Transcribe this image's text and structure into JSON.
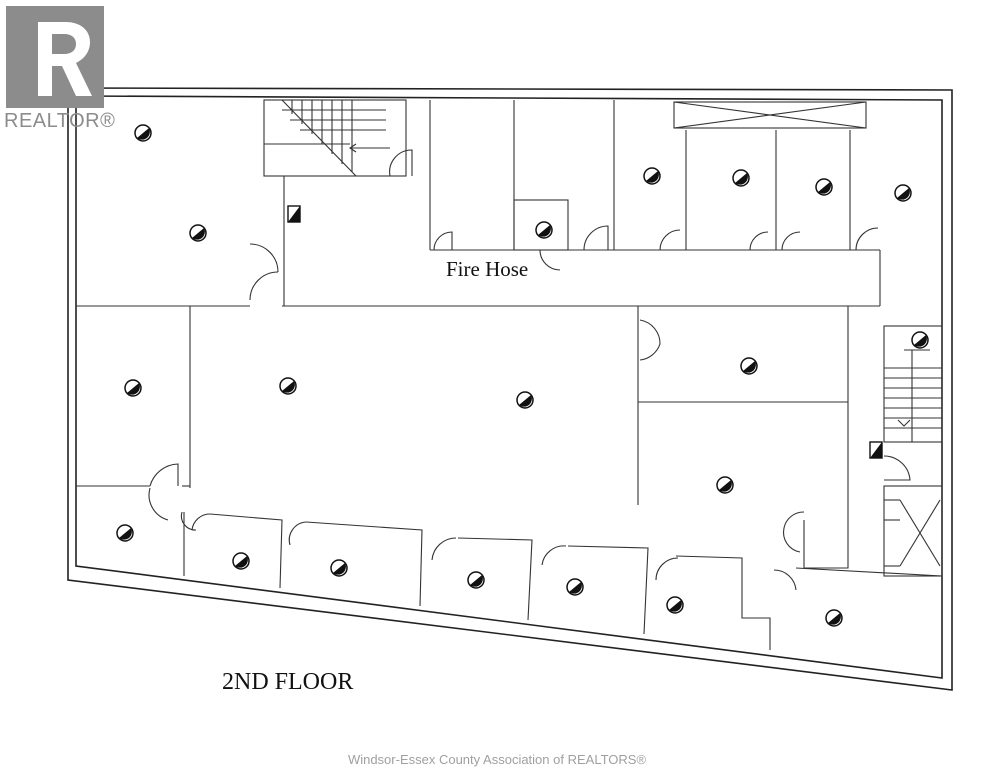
{
  "logo": {
    "text": "REALTOR®"
  },
  "plan": {
    "floor_label": "2ND FLOOR",
    "room_label": "Fire Hose"
  },
  "footer": {
    "watermark": "Windsor-Essex County Association of REALTORS®"
  },
  "colors": {
    "lines": "#222222",
    "logo_gray": "#8c8c8c",
    "watermark_gray": "#a0a0a0"
  }
}
